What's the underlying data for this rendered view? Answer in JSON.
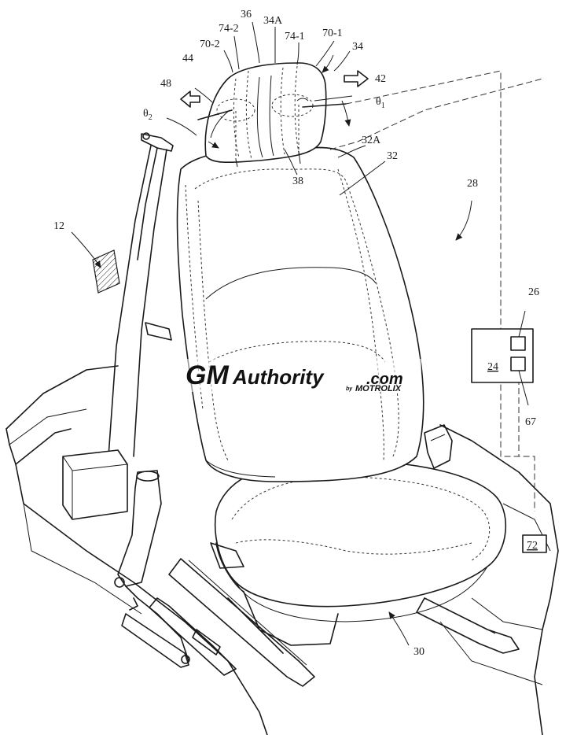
{
  "figure": {
    "labels": {
      "l12": "12",
      "l24": "24",
      "l26": "26",
      "l28": "28",
      "l30": "30",
      "l32": "32",
      "l32a": "32A",
      "l34": "34",
      "l34a": "34A",
      "l36": "36",
      "l38": "38",
      "l42": "42",
      "l44": "44",
      "l48": "48",
      "l67": "67",
      "l70_1": "70-1",
      "l70_2": "70-2",
      "l72": "72",
      "l74_1": "74-1",
      "l74_2": "74-2",
      "theta1": "θ",
      "theta1_sub": "1",
      "theta2": "θ",
      "theta2_sub": "2"
    }
  },
  "watermark": {
    "brand_a": "GM",
    "brand_b": "Authority",
    "domain": ".com",
    "byline": "by",
    "partner": "MOTROLIX"
  }
}
